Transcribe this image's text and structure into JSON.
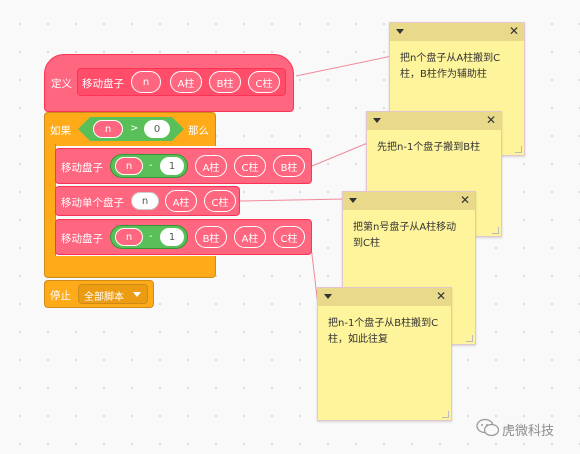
{
  "define_block": {
    "keyword": "定义",
    "name": "移动盘子",
    "params": [
      "n",
      "A柱",
      "B柱",
      "C柱"
    ]
  },
  "if_block": {
    "keyword_if": "如果",
    "keyword_then": "那么",
    "condition": {
      "left": "n",
      "operator": ">",
      "right": "0"
    }
  },
  "call_1": {
    "name": "移动盘子",
    "expr_var": "n",
    "expr_op": "-",
    "expr_val": "1",
    "args": [
      "A柱",
      "C柱",
      "B柱"
    ]
  },
  "call_single": {
    "name": "移动单个盘子",
    "arg_n": "n",
    "args": [
      "A柱",
      "C柱"
    ]
  },
  "call_2": {
    "name": "移动盘子",
    "expr_var": "n",
    "expr_op": "-",
    "expr_val": "1",
    "args": [
      "B柱",
      "A柱",
      "C柱"
    ]
  },
  "stop_block": {
    "label": "停止",
    "dropdown_value": "全部脚本"
  },
  "notes": [
    {
      "text": "把n个盘子从A柱搬到C柱，B柱作为辅助柱"
    },
    {
      "text": "先把n-1个盘子搬到B柱"
    },
    {
      "text": "把第n号盘子从A柱移动到C柱"
    },
    {
      "text": "把n-1个盘子从B柱搬到C柱，如此往复"
    }
  ],
  "watermark": {
    "text": "虎微科技",
    "icon": "wechat-icon"
  },
  "colors": {
    "custom_block": "#ff6680",
    "control_block": "#ffab19",
    "operator_block": "#59c059",
    "note_bg": "#fef49c"
  }
}
